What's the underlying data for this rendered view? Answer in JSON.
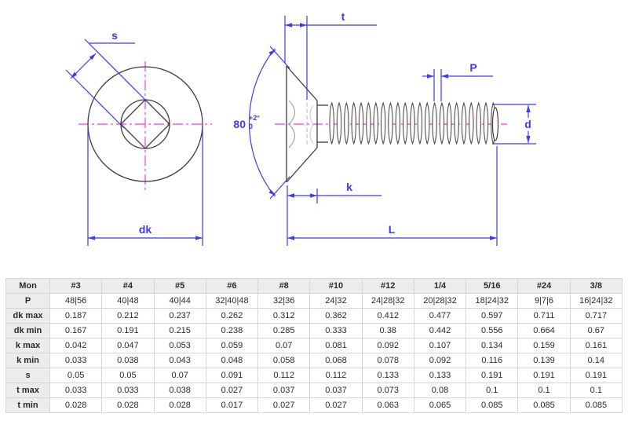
{
  "drawing": {
    "labels": {
      "s": "s",
      "dk": "dk",
      "t": "t",
      "k": "k",
      "L": "L",
      "P": "P",
      "d": "d",
      "angle_value": "80",
      "angle_tol_plus": "+2°",
      "angle_tol_zero": "0"
    },
    "colors": {
      "dimension_blue": "#3b3bf0",
      "centerline_magenta": "#f73bdb",
      "outline_dark": "#3d3d3d",
      "hidden_gray": "#9e9e9e"
    }
  },
  "table": {
    "header": [
      "Mon",
      "#3",
      "#4",
      "#5",
      "#6",
      "#8",
      "#10",
      "#12",
      "1/4",
      "5/16",
      "#24",
      "3/8"
    ],
    "rows": [
      {
        "label": "P",
        "values": [
          "48|56",
          "40|48",
          "40|44",
          "32|40|48",
          "32|36",
          "24|32",
          "24|28|32",
          "20|28|32",
          "18|24|32",
          "9|7|6",
          "16|24|32"
        ]
      },
      {
        "label": "dk max",
        "values": [
          "0.187",
          "0.212",
          "0.237",
          "0.262",
          "0.312",
          "0.362",
          "0.412",
          "0.477",
          "0.597",
          "0.711",
          "0.717"
        ]
      },
      {
        "label": "dk min",
        "values": [
          "0.167",
          "0.191",
          "0.215",
          "0.238",
          "0.285",
          "0.333",
          "0.38",
          "0.442",
          "0.556",
          "0.664",
          "0.67"
        ]
      },
      {
        "label": "k max",
        "values": [
          "0.042",
          "0.047",
          "0.053",
          "0.059",
          "0.07",
          "0.081",
          "0.092",
          "0.107",
          "0.134",
          "0.159",
          "0.161"
        ]
      },
      {
        "label": "k min",
        "values": [
          "0.033",
          "0.038",
          "0.043",
          "0.048",
          "0.058",
          "0.068",
          "0.078",
          "0.092",
          "0.116",
          "0.139",
          "0.14"
        ]
      },
      {
        "label": "s",
        "values": [
          "0.05",
          "0.05",
          "0.07",
          "0.091",
          "0.112",
          "0.112",
          "0.133",
          "0.133",
          "0.191",
          "0.191",
          "0.191"
        ]
      },
      {
        "label": "t max",
        "values": [
          "0.033",
          "0.033",
          "0.038",
          "0.027",
          "0.037",
          "0.037",
          "0.073",
          "0.08",
          "0.1",
          "0.1",
          "0.1"
        ]
      },
      {
        "label": "t min",
        "values": [
          "0.028",
          "0.028",
          "0.028",
          "0.017",
          "0.027",
          "0.027",
          "0.063",
          "0.065",
          "0.085",
          "0.085",
          "0.085"
        ]
      }
    ]
  }
}
